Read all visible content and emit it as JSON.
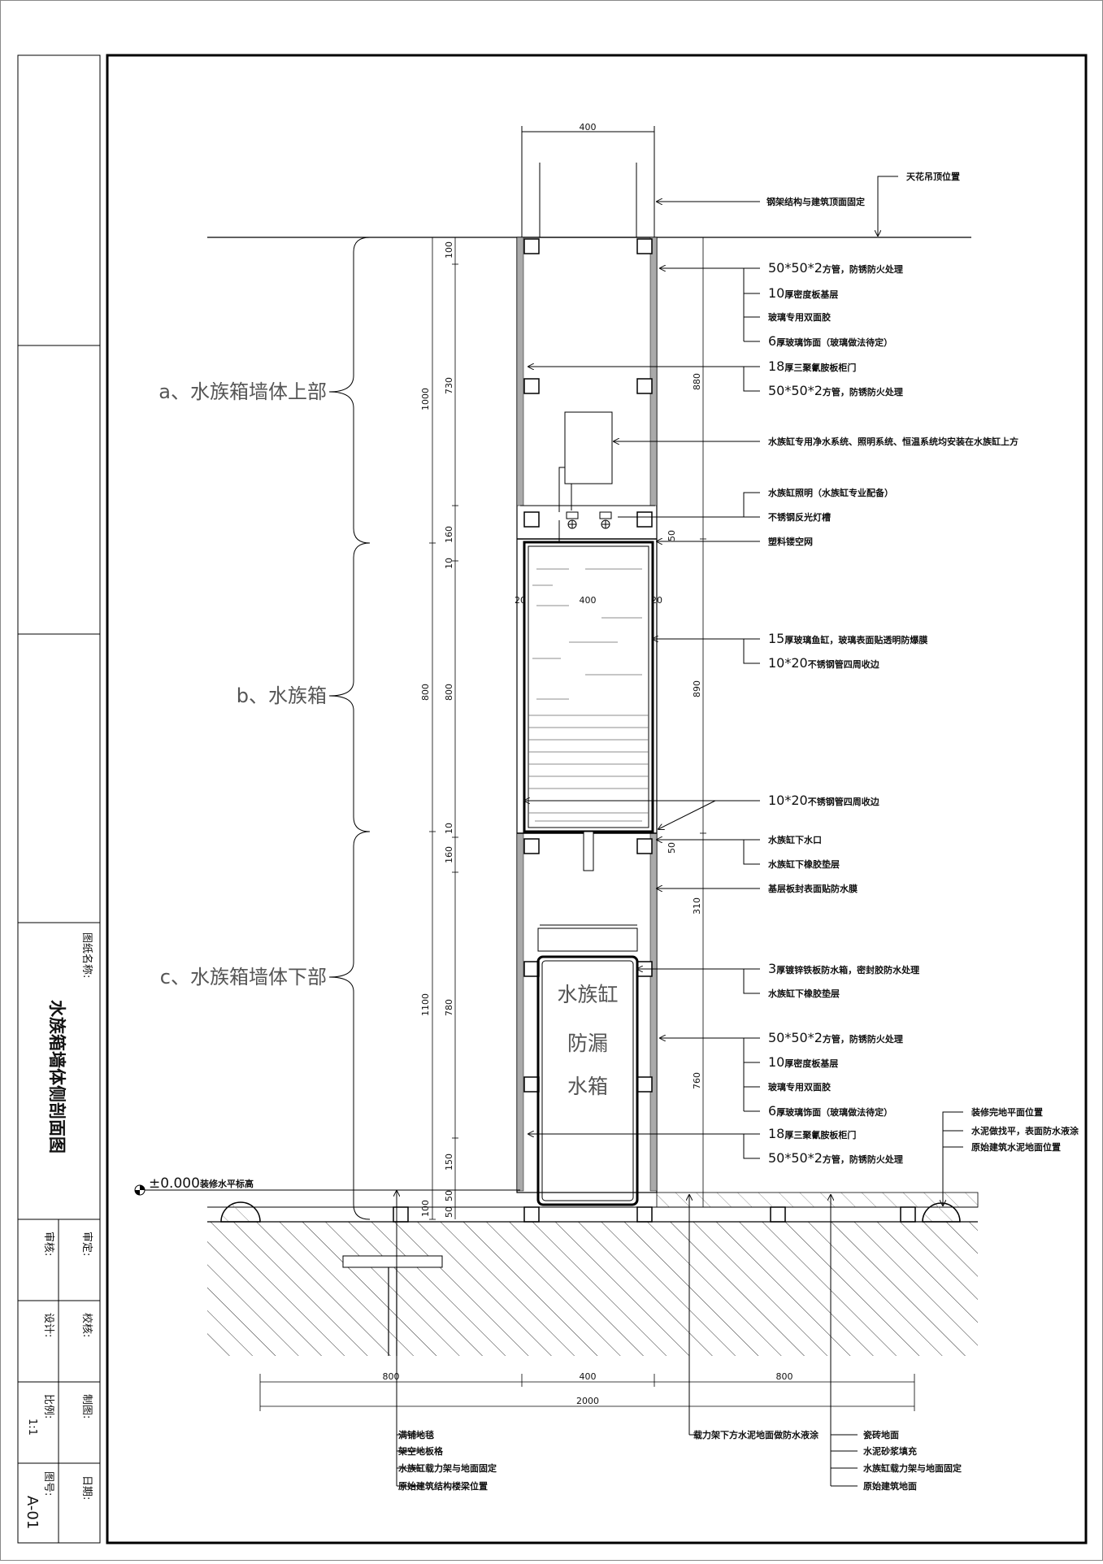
{
  "drawing": {
    "title": "水族箱墙体侧剖面图",
    "title_block": {
      "drawing_name_label": "图纸名称:",
      "approve_label": "审定:",
      "review_label": "审核:",
      "check_label": "校核:",
      "design_label": "设计:",
      "draw_label": "制图:",
      "scale_label": "比例:",
      "scale_value": "1:1",
      "date_label": "日期:",
      "number_label": "图号:",
      "number_value": "A-01"
    },
    "zones": [
      "a、水族箱墙体上部",
      "b、水族箱",
      "c、水族箱墙体下部"
    ],
    "tank_label": [
      "水族缸",
      "防漏",
      "水箱"
    ],
    "level_mark": "±0.000",
    "level_note": "装修水平标高",
    "top_notes": [
      "天花吊顶位置",
      "钢架结构与建筑顶面固定"
    ],
    "right_notes": {
      "g1": [
        {
          "size": "50*50*2",
          "text": "方管，防锈防火处理"
        },
        {
          "size": "10",
          "text": "厚密度板基层"
        },
        {
          "size": "",
          "text": "玻璃专用双面胶"
        },
        {
          "size": "6",
          "text": "厚玻璃饰面（玻璃做法待定）"
        },
        {
          "size": "18",
          "text": "厚三聚氰胺板柜门"
        },
        {
          "size": "50*50*2",
          "text": "方管，防锈防火处理"
        }
      ],
      "equipment": "水族缸专用净水系统、照明系统、恒温系统均安装在水族缸上方",
      "g2": [
        "水族缸照明（水族缸专业配备）",
        "不锈钢反光灯槽",
        "塑料镂空网"
      ],
      "g3": [
        {
          "size": "15",
          "text": "厚玻璃鱼缸，玻璃表面贴透明防爆膜"
        },
        {
          "size": "10*20",
          "text": "不锈钢管四周收边"
        }
      ],
      "g4": {
        "size": "10*20",
        "text": "不锈钢管四周收边"
      },
      "g5": [
        "水族缸下水口",
        "水族缸下橡胶垫层",
        "基层板封表面贴防水膜"
      ],
      "g6": [
        {
          "size": "3",
          "text": "厚镀锌铁板防水箱，密封胶防水处理"
        },
        {
          "size": "",
          "text": "水族缸下橡胶垫层"
        }
      ],
      "g7": [
        {
          "size": "50*50*2",
          "text": "方管，防锈防火处理"
        },
        {
          "size": "10",
          "text": "厚密度板基层"
        },
        {
          "size": "",
          "text": "玻璃专用双面胶"
        },
        {
          "size": "6",
          "text": "厚玻璃饰面（玻璃做法待定）"
        },
        {
          "size": "18",
          "text": "厚三聚氰胺板柜门"
        },
        {
          "size": "50*50*2",
          "text": "方管，防锈防火处理"
        }
      ],
      "floor": [
        "装修完地平面位置",
        "水泥做找平，表面防水液涂",
        "原始建筑水泥地面位置"
      ]
    },
    "bottom_notes": {
      "left": [
        "满铺地毯",
        "架空地板格",
        "水族缸载力架与地面固定",
        "原始建筑结构楼梁位置"
      ],
      "middle": "载力架下方水泥地面做防水液涂",
      "right": [
        "瓷砖地面",
        "水泥砂浆填充",
        "水族缸载力架与地面固定",
        "原始建筑地面"
      ]
    },
    "dimensions": {
      "top_width": "400",
      "inner_width": "400",
      "side_20_left": "20",
      "side_20_right": "20",
      "bottom_800_left": "800",
      "bottom_400": "400",
      "bottom_800_right": "800",
      "bottom_total": "2000",
      "left_col": [
        "1000",
        "800",
        "1100",
        "100"
      ],
      "mid_col": [
        "100",
        "730",
        "160",
        "10",
        "800",
        "10",
        "160",
        "780",
        "150",
        "50",
        "50"
      ],
      "right_col": [
        "880",
        "50",
        "890",
        "50",
        "310",
        "760"
      ]
    }
  }
}
